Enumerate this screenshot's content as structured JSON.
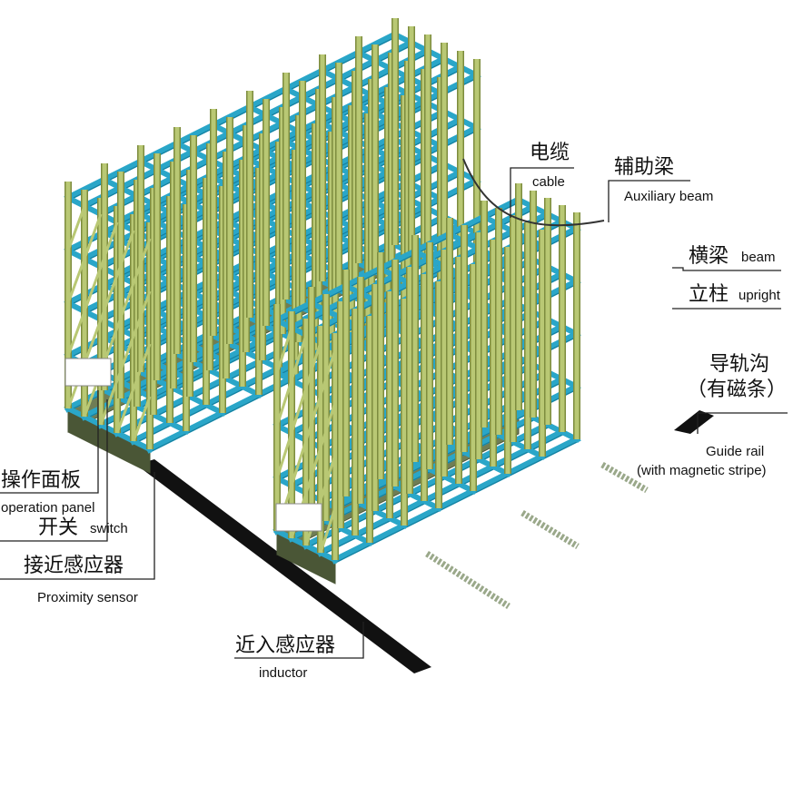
{
  "colors": {
    "upright": "#b9c874",
    "upright_dark": "#7d8c3e",
    "beam": "#2aa6c8",
    "beam_dark": "#167f9e",
    "base": "#6f7d55",
    "base_dark": "#4a5636",
    "rail": "#111111",
    "rail_hatched": "#9aa88a",
    "leader": "#222222"
  },
  "labels": {
    "cable_zh": "电缆",
    "cable_en": "cable",
    "aux_beam_zh": "辅助梁",
    "aux_beam_en": "Auxiliary beam",
    "beam_zh": "横梁",
    "beam_en": "beam",
    "upright_zh": "立柱",
    "upright_en": "upright",
    "guide_rail_zh_1": "导轨沟",
    "guide_rail_zh_2": "（有磁条）",
    "guide_rail_en_1": "Guide rail",
    "guide_rail_en_2": "(with magnetic stripe)",
    "operation_panel_zh": "操作面板",
    "operation_panel_en": "operation panel",
    "switch_zh": "开关",
    "switch_en": "switch",
    "proximity_zh": "接近感应器",
    "proximity_en": "Proximity sensor",
    "inductor_zh": "近入感应器",
    "inductor_en": "inductor"
  }
}
